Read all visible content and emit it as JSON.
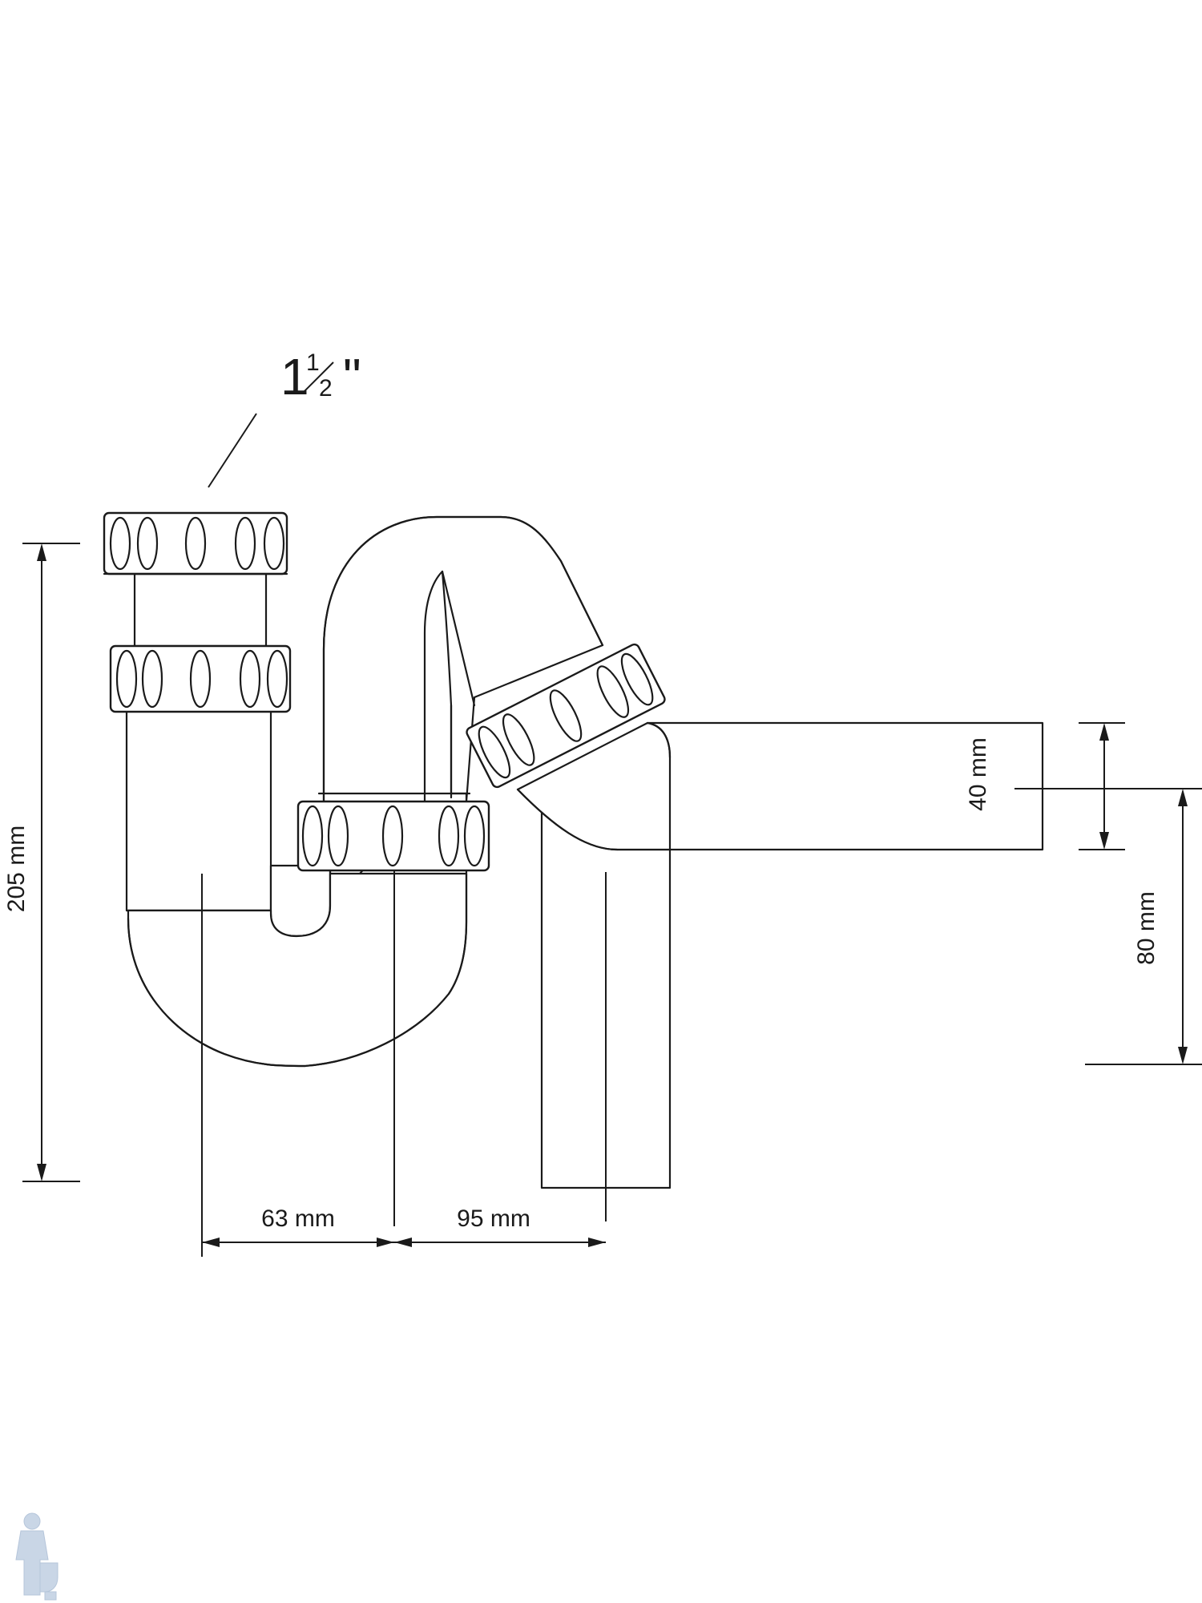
{
  "size_label": {
    "whole": "1",
    "numerator": "1",
    "denominator": "2",
    "inch_mark": "\""
  },
  "dimensions": {
    "overall_height": "205 mm",
    "inlet_to_center": "63 mm",
    "center_to_outlet": "95 mm",
    "outlet_diameter": "40 mm",
    "outlet_height": "80 mm"
  },
  "colors": {
    "line": "#1a1a1a",
    "background": "#ffffff",
    "watermark": "#c9d6e6"
  },
  "icons": {
    "watermark": "plumber-watermark-icon"
  }
}
